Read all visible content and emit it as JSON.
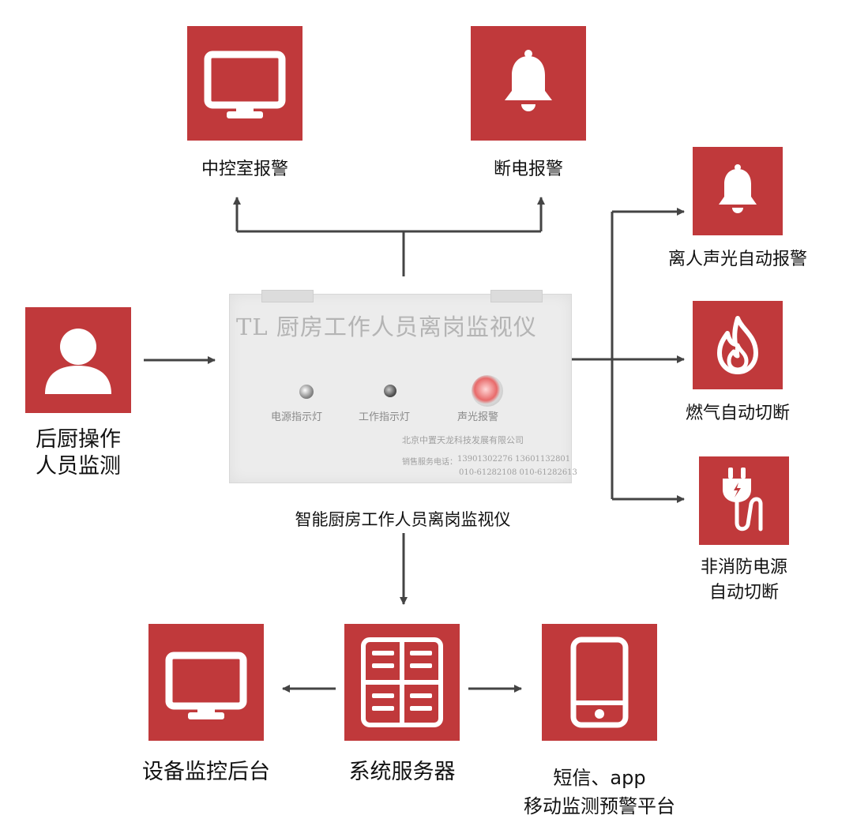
{
  "top_left": {
    "icon": "monitor-icon",
    "label": "中控室报警"
  },
  "top_right": {
    "icon": "bell-icon",
    "label": "断电报警"
  },
  "left": {
    "icon": "person-icon",
    "label_line1": "后厨操作",
    "label_line2": "人员监测"
  },
  "right_1": {
    "icon": "bell-icon",
    "label": "离人声光自动报警"
  },
  "right_2": {
    "icon": "flame-icon",
    "label": "燃气自动切断"
  },
  "right_3": {
    "icon": "power-plug-icon",
    "label_line1": "非消防电源",
    "label_line2": "自动切断"
  },
  "device": {
    "title": "TL 厨房工作人员离岗监视仪",
    "led1": "电源指示灯",
    "led2": "工作指示灯",
    "led3": "声光报警",
    "company": "北京中置天龙科技发展有限公司",
    "phone_label": "销售服务电话：",
    "phones1": "13901302276  13601132801",
    "phones2": "010-61282108  010-61282613",
    "caption": "智能厨房工作人员离岗监视仪"
  },
  "bottom_left": {
    "icon": "monitor-icon",
    "label": "设备监控后台"
  },
  "bottom_center": {
    "icon": "server-grid-icon",
    "label": "系统服务器"
  },
  "bottom_right": {
    "icon": "smartphone-icon",
    "label_line1": "短信、app",
    "label_line2": "移动监测预警平台"
  },
  "colors": {
    "accent": "#c0393b",
    "connector": "#444444",
    "icon": "#ffffff"
  }
}
